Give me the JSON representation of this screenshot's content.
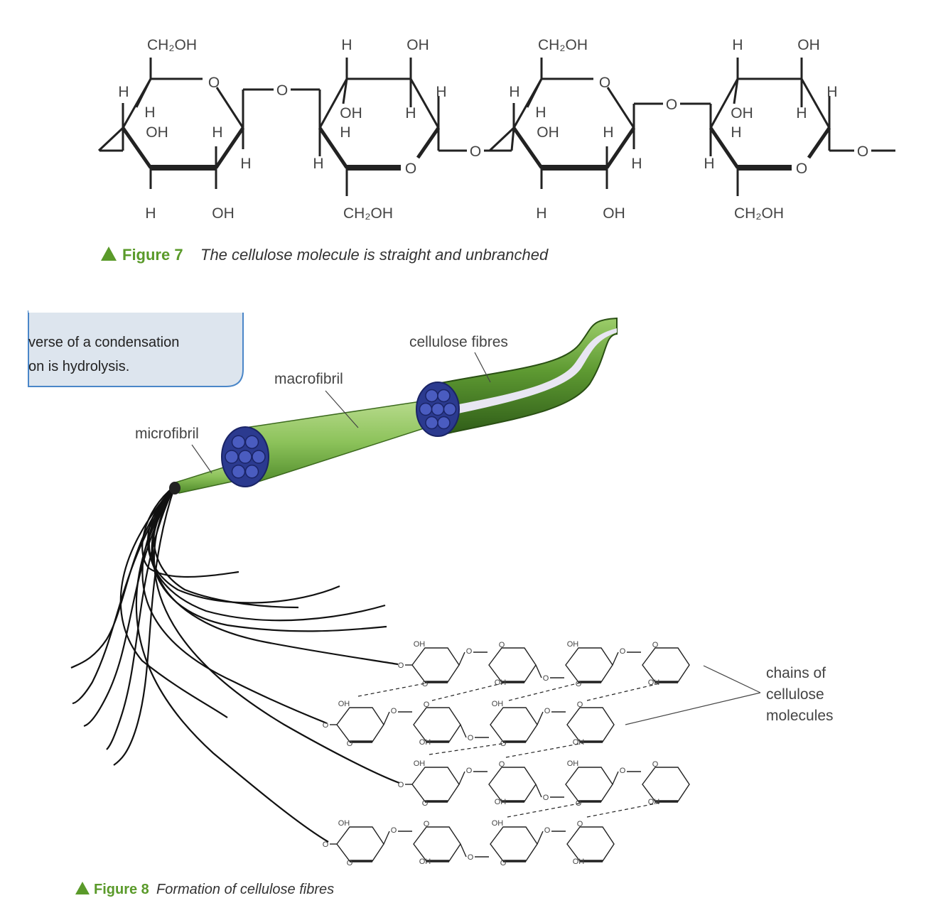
{
  "figure7": {
    "caption_label": "Figure 7",
    "caption_text": "The cellulose molecule is straight and unbranched",
    "atoms": {
      "ch2oh": "CH₂OH",
      "oh": "OH",
      "h": "H",
      "o": "O"
    }
  },
  "note_box": {
    "line1": "verse of a condensation",
    "line2": "on is hydrolysis."
  },
  "figure8": {
    "caption_label": "Figure 8",
    "caption_text": "Formation of cellulose fibres",
    "labels": {
      "cellulose_fibres": "cellulose fibres",
      "macrofibril": "macrofibril",
      "microfibril": "microfibril",
      "chains_line1": "chains of",
      "chains_line2": "cellulose",
      "chains_line3": "molecules"
    },
    "atoms": {
      "oh": "OH",
      "o": "O"
    }
  },
  "colors": {
    "caption_green": "#5a9a2a",
    "fibre_green": "#6aa83a",
    "fibre_blue": "#2b3a8f",
    "box_fill": "#dde5ee",
    "box_border": "#4a86c8"
  }
}
